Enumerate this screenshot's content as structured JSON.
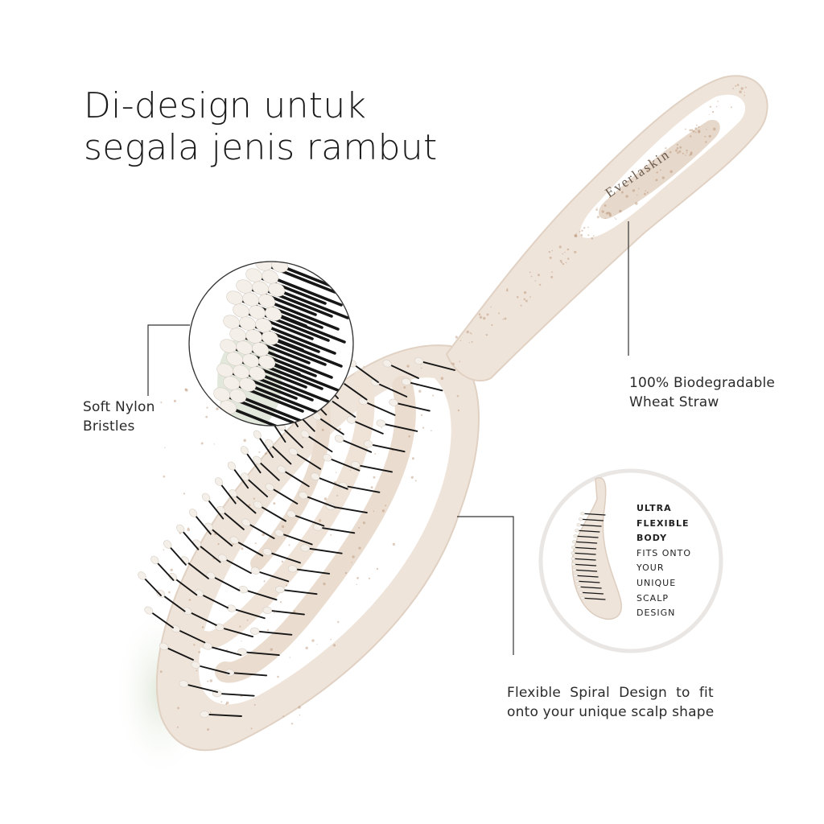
{
  "headline": {
    "line1": "Di-design untuk",
    "line2": "segala jenis rambut"
  },
  "brand": {
    "logo_text": "Everlaskin"
  },
  "callouts": {
    "bristles": {
      "line1": "Soft Nylon",
      "line2": "Bristles"
    },
    "material": {
      "line1": "100% Biodegradable",
      "line2": "Wheat Straw"
    },
    "spiral": {
      "line1": "Flexible  Spiral  Design  to  fit",
      "line2": "onto your unique scalp shape"
    }
  },
  "inset": {
    "bold_lines": [
      "ULTRA",
      "FLEXIBLE",
      "BODY"
    ],
    "regular_lines": [
      "FITS ONTO",
      "YOUR",
      "UNIQUE",
      "SCALP",
      "DESIGN"
    ]
  },
  "colors": {
    "background": "#ffffff",
    "brush_body": "#efe4da",
    "brush_shadow": "#dcc9b8",
    "speckle": "#b58d6f",
    "bristle_pin": "#161616",
    "bristle_tip": "#f4efe8",
    "line": "#333333"
  }
}
